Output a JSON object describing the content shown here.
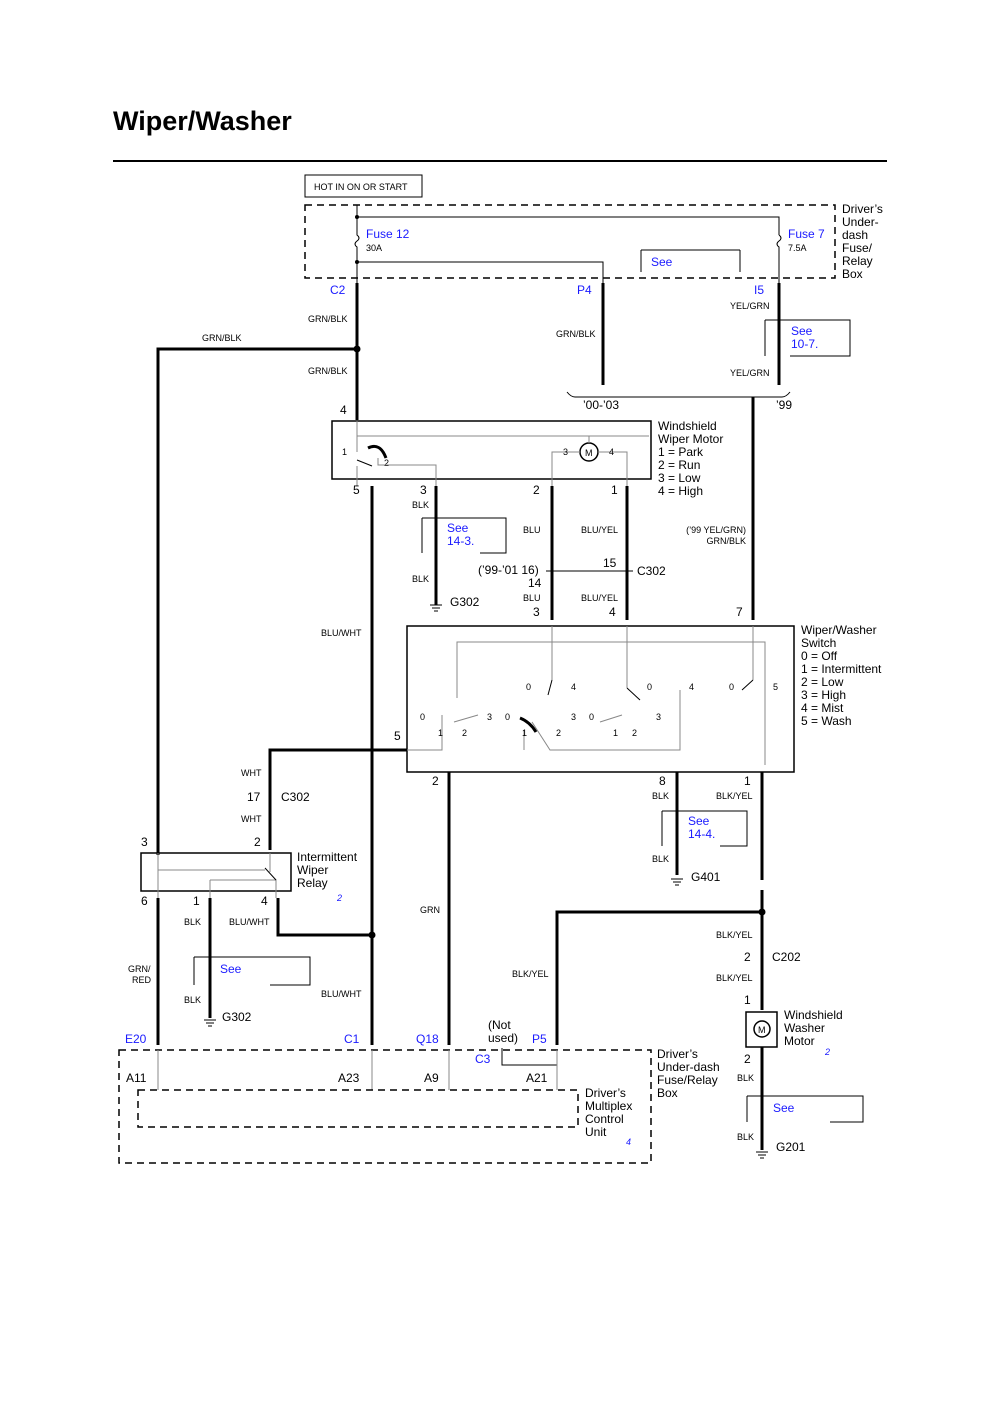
{
  "title": "Wiper/Washer",
  "hot_label": "HOT IN ON OR START",
  "top_box": {
    "label": [
      "Driver’s",
      "Under-",
      "dash",
      "Fuse/",
      "Relay",
      "Box"
    ]
  },
  "fuse12": {
    "name": "Fuse 12",
    "rating": "30A"
  },
  "fuse7": {
    "name": "Fuse 7",
    "rating": "7.5A"
  },
  "see_top": "See",
  "see_10": [
    "See",
    "10-7."
  ],
  "connectors": {
    "c2": "C2",
    "p4": "P4",
    "i5": "I5",
    "e20": "E20",
    "c1": "C1",
    "q18": "Q18",
    "p5": "P5",
    "c3": "C3"
  },
  "wire_colors": {
    "grn_blk": "GRN/BLK",
    "yel_grn": "YEL/GRN",
    "blk": "BLK",
    "blu": "BLU",
    "blu_yel": "BLU/YEL",
    "blu_wht": "BLU/WHT",
    "wht": "WHT",
    "grn": "GRN",
    "blk_yel": "BLK/YEL",
    "grn_red": [
      "GRN/",
      "RED"
    ],
    "yel_grn_99": [
      "(’99 YEL/GRN)",
      "GRN/BLK"
    ]
  },
  "years": {
    "y00_03": "’00-’03",
    "y99": "’99"
  },
  "wiper_motor": {
    "label": [
      "Windshield",
      "Wiper Motor",
      "1 = Park",
      "2 = Run",
      "3 = Low",
      "4 = High"
    ],
    "pins": {
      "p5": "5",
      "p3": "3",
      "p2": "2",
      "p1": "1",
      "pin4": "4"
    },
    "internal": {
      "i1": "1",
      "i2": "2",
      "i3": "3",
      "i4": "4",
      "motor": "M"
    }
  },
  "see_14_3": [
    "See",
    "14-3."
  ],
  "see_14_4": [
    "See",
    "14-4."
  ],
  "see_g302": "See",
  "see_g201": "See",
  "c302": {
    "name": "C302",
    "note": "(’99-’01 16)",
    "n14": "14",
    "n15": "15",
    "n17": "17"
  },
  "grounds": {
    "g302a": "G302",
    "g401": "G401",
    "g302b": "G302",
    "g201": "G201"
  },
  "switch": {
    "label": [
      "Wiper/Washer",
      "Switch",
      "0 = Off",
      "1 = Intermittent",
      "2 = Low",
      "3 = High",
      "4 = Mist",
      "5 = Wash"
    ],
    "pins": {
      "p3": "3",
      "p4": "4",
      "p7": "7",
      "p5": "5",
      "p2": "2",
      "p8": "8",
      "p1": "1"
    },
    "positions": {
      "zero": "0",
      "one": "1",
      "two": "2",
      "three": "3",
      "four": "4",
      "five": "5"
    }
  },
  "relay": {
    "label": [
      "Intermittent",
      "Wiper",
      "Relay"
    ],
    "ref": "2",
    "pins": {
      "p3": "3",
      "p2": "2",
      "p6": "6",
      "p1": "1",
      "p4": "4"
    }
  },
  "c202": {
    "name": "C202",
    "n2": "2"
  },
  "washer_motor": {
    "label": [
      "Windshield",
      "Washer",
      "Motor"
    ],
    "ref": "2",
    "pins": {
      "p1": "1",
      "p2": "2"
    },
    "motor": "M"
  },
  "not_used": [
    "(Not",
    "used)"
  ],
  "bottom_box": {
    "label": [
      "Driver’s",
      "Under-dash",
      "Fuse/Relay",
      "Box"
    ]
  },
  "mcu": {
    "label": [
      "Driver’s",
      "Multiplex",
      "Control",
      "Unit"
    ],
    "ref": "4"
  },
  "mcu_pins": {
    "a11": "A11",
    "a23": "A23",
    "a9": "A9",
    "a21": "A21"
  }
}
